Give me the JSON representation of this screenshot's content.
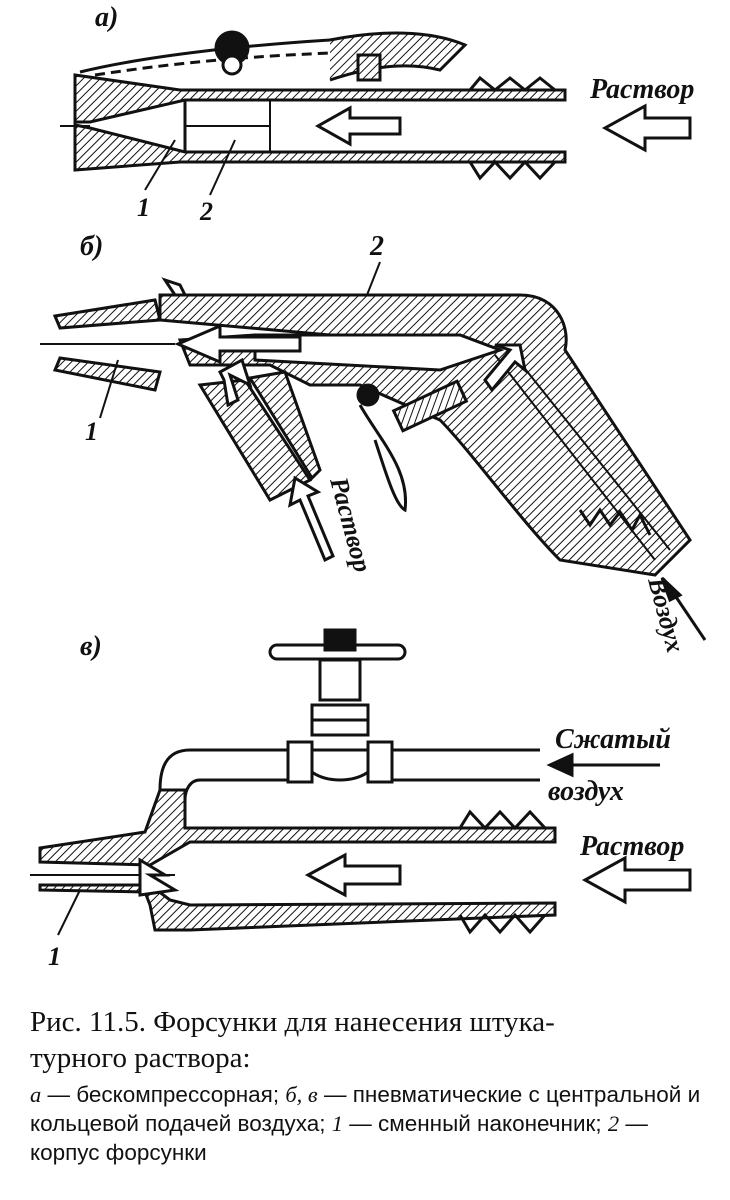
{
  "panels": {
    "a": {
      "letter": "а)",
      "flow_label": "Раствор",
      "part1": "1",
      "part2": "2"
    },
    "b": {
      "letter": "б)",
      "mortar_label": "Раствор",
      "air_label": "Воздух",
      "part1": "1",
      "part2": "2"
    },
    "v": {
      "letter": "в)",
      "air_label_line1": "Сжатый",
      "air_label_line2": "воздух",
      "flow_label": "Раствор",
      "part1": "1"
    }
  },
  "caption": {
    "title_line1": "Рис.  11.5. Форсунки для нанесения штука-",
    "title_line2": "турного раствора:",
    "items": [
      {
        "key": "а",
        "text": " — бескомпрессорная; "
      },
      {
        "key": "б, в",
        "text": " — пневматические с центральной и кольцевой подачей воздуха; "
      },
      {
        "key": "1",
        "text": " — сменный наконечник; "
      },
      {
        "key": "2",
        "text": " — корпус форсунки"
      }
    ]
  },
  "colors": {
    "ink": "#111111",
    "background": "#ffffff"
  }
}
